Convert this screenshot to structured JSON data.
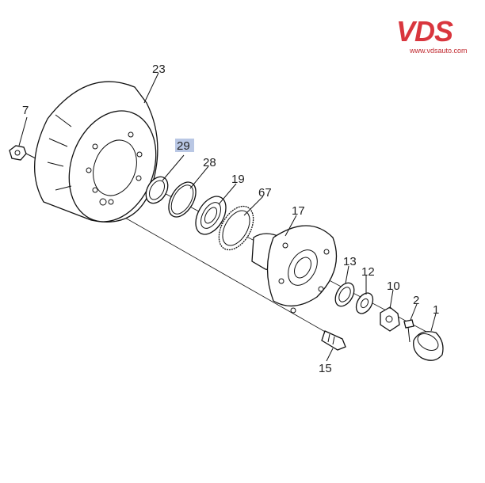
{
  "brand": {
    "logo_text": "VDS",
    "url": "www.vdsauto.com",
    "color": "#d9363e"
  },
  "diagram": {
    "highlight_color": "#b9c7e4",
    "highlighted_part": "29",
    "callouts": {
      "p23": "23",
      "p7": "7",
      "p29": "29",
      "p28": "28",
      "p19": "19",
      "p67": "67",
      "p17": "17",
      "p13": "13",
      "p12": "12",
      "p10": "10",
      "p2": "2",
      "p1": "1",
      "p15": "15"
    }
  }
}
